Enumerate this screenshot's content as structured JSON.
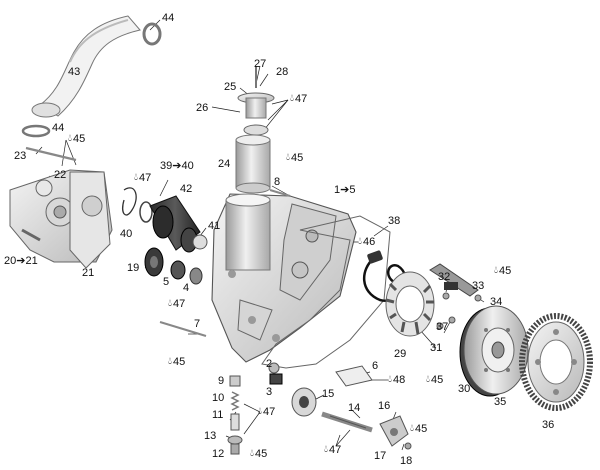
{
  "diagram": {
    "parts": [
      {
        "id": "p1",
        "text": "44"
      },
      {
        "id": "p2",
        "text": "43"
      },
      {
        "id": "p3",
        "text": "44"
      },
      {
        "id": "p4",
        "text": "45"
      },
      {
        "id": "p5",
        "text": "23"
      },
      {
        "id": "p6",
        "text": "22"
      },
      {
        "id": "p7",
        "text": "20➔21"
      },
      {
        "id": "p8",
        "text": "21"
      },
      {
        "id": "p9",
        "text": "47"
      },
      {
        "id": "p10",
        "text": "39➔40"
      },
      {
        "id": "p11",
        "text": "42"
      },
      {
        "id": "p12",
        "text": "40"
      },
      {
        "id": "p13",
        "text": "41"
      },
      {
        "id": "p14",
        "text": "19"
      },
      {
        "id": "p15",
        "text": "5"
      },
      {
        "id": "p16",
        "text": "4"
      },
      {
        "id": "p17",
        "text": "47"
      },
      {
        "id": "p18",
        "text": "7"
      },
      {
        "id": "p19",
        "text": "45"
      },
      {
        "id": "p20",
        "text": "27"
      },
      {
        "id": "p21",
        "text": "28"
      },
      {
        "id": "p22",
        "text": "25"
      },
      {
        "id": "p23",
        "text": "26"
      },
      {
        "id": "p24",
        "text": "47"
      },
      {
        "id": "p25",
        "text": "24"
      },
      {
        "id": "p26",
        "text": "45"
      },
      {
        "id": "p27",
        "text": "8"
      },
      {
        "id": "p28",
        "text": "1➔5"
      },
      {
        "id": "p29",
        "text": "38"
      },
      {
        "id": "p30",
        "text": "46"
      },
      {
        "id": "p31",
        "text": "32"
      },
      {
        "id": "p32",
        "text": "33"
      },
      {
        "id": "p33",
        "text": "45"
      },
      {
        "id": "p34",
        "text": "34"
      },
      {
        "id": "p35",
        "text": "37"
      },
      {
        "id": "p36",
        "text": "31"
      },
      {
        "id": "p37",
        "text": "29"
      },
      {
        "id": "p38",
        "text": "45"
      },
      {
        "id": "p39",
        "text": "30"
      },
      {
        "id": "p40",
        "text": "35"
      },
      {
        "id": "p41",
        "text": "36"
      },
      {
        "id": "p42",
        "text": "2"
      },
      {
        "id": "p43",
        "text": "3"
      },
      {
        "id": "p44",
        "text": "6"
      },
      {
        "id": "p45",
        "text": "48"
      },
      {
        "id": "p46",
        "text": "15"
      },
      {
        "id": "p47",
        "text": "14"
      },
      {
        "id": "p48",
        "text": "16"
      },
      {
        "id": "p49",
        "text": "45"
      },
      {
        "id": "p50",
        "text": "17"
      },
      {
        "id": "p51",
        "text": "18"
      },
      {
        "id": "p52",
        "text": "47"
      },
      {
        "id": "p53",
        "text": "9"
      },
      {
        "id": "p54",
        "text": "10"
      },
      {
        "id": "p55",
        "text": "11"
      },
      {
        "id": "p56",
        "text": "13"
      },
      {
        "id": "p57",
        "text": "47"
      },
      {
        "id": "p58",
        "text": "12"
      },
      {
        "id": "p59",
        "text": "45"
      }
    ]
  }
}
